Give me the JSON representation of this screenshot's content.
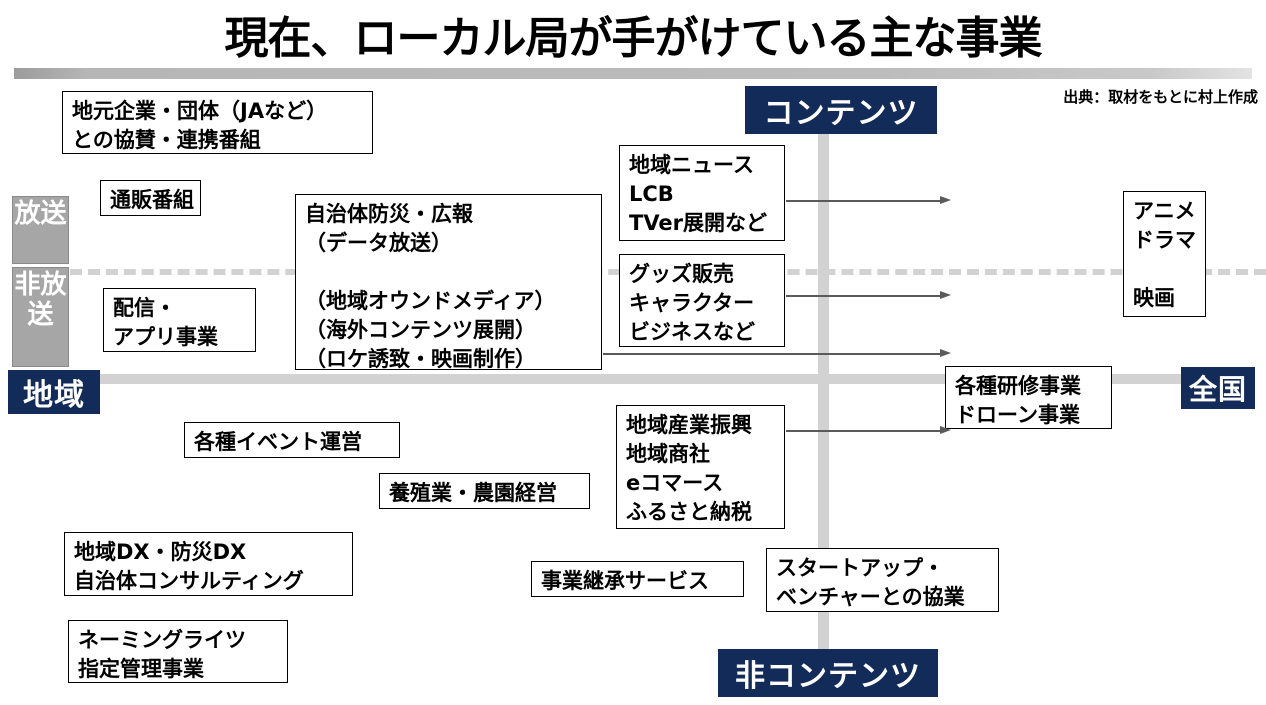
{
  "title": "現在、ローカル局が手がけている主な事業",
  "source_note": "出典：取材をもとに村上作成",
  "axes": {
    "top_label": "コンテンツ",
    "bottom_label": "非コンテンツ",
    "left_label": "地域",
    "right_label": "全国",
    "left_band_top": "放送",
    "left_band_bottom": "非放送"
  },
  "boxes": {
    "local_partners": "地元企業・団体（JAなど）\nとの協賛・連携番組",
    "mail_order": "通販番組",
    "municipal_pr": "自治体防災・広報\n（データ放送）\n\n（地域オウンドメディア）\n（海外コンテンツ展開）\n（ロケ誘致・映画制作）",
    "distribution_app": "配信・\nアプリ事業",
    "local_news": "地域ニュース\nLCB\nTVer展開など",
    "goods_sales": "グッズ販売\nキャラクター\nビジネスなど",
    "anime_drama": "アニメ\nドラマ\n\n映画",
    "training_drone": "各種研修事業\nドローン事業",
    "events": "各種イベント運営",
    "aquaculture_farm": "養殖業・農園経営",
    "regional_industry": "地域産業振興\n地域商社\neコマース\nふるさと納税",
    "regional_dx": "地域DX・防災DX\n自治体コンサルティング",
    "naming_rights": "ネーミングライツ\n指定管理事業",
    "succession": "事業継承サービス",
    "startup": "スタートアップ・\nベンチャーとの協業"
  },
  "colors": {
    "navy": "#132b58",
    "gray_band": "#a6a6a6",
    "axis_gray": "#d2d2d2",
    "arrow_gray": "#5a5a5a"
  }
}
